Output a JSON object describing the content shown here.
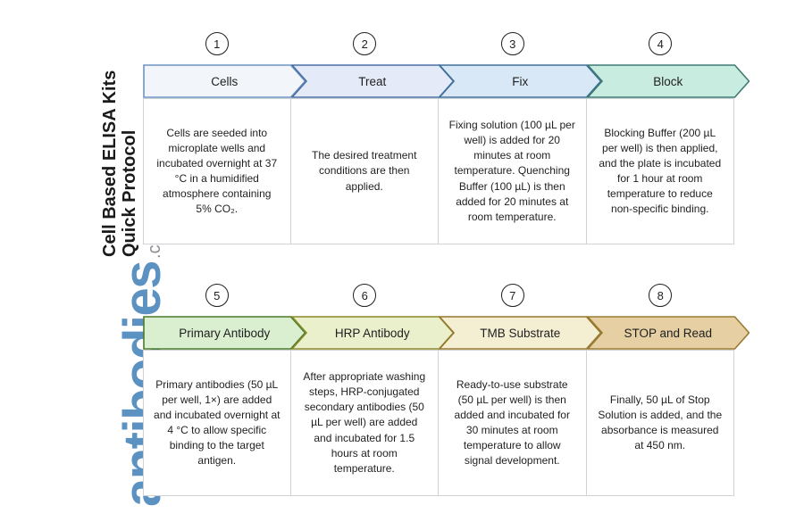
{
  "branding": {
    "title_line1": "Cell Based ELISA Kits",
    "title_line2": "Quick Protocol",
    "logo_word": "antibodies",
    "logo_tld": ".com",
    "logo_color": "#5B92C2",
    "logo_tld_color": "#8a8f94"
  },
  "rows": [
    {
      "steps": [
        {
          "number": "1",
          "label": "Cells",
          "fill": "#f2f6fb",
          "stroke": "#6f93bf",
          "body": "Cells are seeded into microplate wells and incubated overnight at 37 °C in a humidified atmosphere containing 5% CO₂."
        },
        {
          "number": "2",
          "label": "Treat",
          "fill": "#e4eaf7",
          "stroke": "#4a6fa5",
          "body": "The desired treatment conditions are then applied."
        },
        {
          "number": "3",
          "label": "Fix",
          "fill": "#d9e8f7",
          "stroke": "#3f7099",
          "body": "Fixing solution (100 µL per well) is added for 20 minutes at room temperature. Quenching Buffer (100 µL) is then added for 20 minutes at room temperature."
        },
        {
          "number": "4",
          "label": "Block",
          "fill": "#c9ece1",
          "stroke": "#3f7a72",
          "body": "Blocking Buffer (200 µL per well) is then applied, and the plate is incubated for 1 hour at room temperature to reduce non-specific binding."
        }
      ]
    },
    {
      "steps": [
        {
          "number": "5",
          "label": "Primary Antibody",
          "fill": "#d9efd0",
          "stroke": "#4b7a2b",
          "body": "Primary antibodies (50 µL per well, 1×) are added and incubated overnight at 4 °C to allow specific binding to the target antigen."
        },
        {
          "number": "6",
          "label": "HRP Antibody",
          "fill": "#eaf0cc",
          "stroke": "#8a8a2b",
          "body": "After appropriate washing steps, HRP-conjugated secondary antibodies (50 µL per well) are added and incubated for 1.5 hours at room temperature."
        },
        {
          "number": "7",
          "label": "TMB Substrate",
          "fill": "#f4efd2",
          "stroke": "#96772c",
          "body": "Ready-to-use substrate (50 µL per well) is then added and incubated for 30 minutes at room temperature to allow signal development."
        },
        {
          "number": "8",
          "label": "STOP and Read",
          "fill": "#e5cfa3",
          "stroke": "#9a7b32",
          "body": "Finally, 50 µL of Stop Solution is added, and the absorbance is measured at 450 nm."
        }
      ]
    }
  ]
}
